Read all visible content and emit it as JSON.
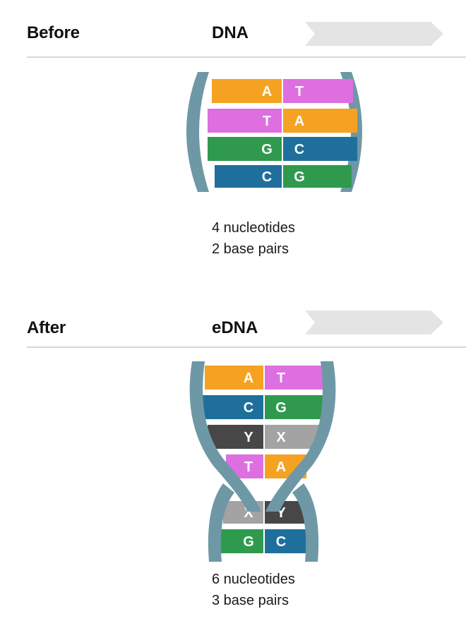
{
  "colors": {
    "backbone": "#6e98a6",
    "orange": "#f5a223",
    "magenta": "#dd6fe0",
    "green": "#2f9a4e",
    "blue": "#1f6f9d",
    "dark": "#474747",
    "gray": "#a3a3a3",
    "arrow": "#e4e4e4"
  },
  "before": {
    "label": "Before",
    "title": "DNA",
    "pairs": [
      {
        "left": "A",
        "right": "T",
        "left_color": "orange",
        "right_color": "magenta"
      },
      {
        "left": "T",
        "right": "A",
        "left_color": "magenta",
        "right_color": "orange"
      },
      {
        "left": "G",
        "right": "C",
        "left_color": "green",
        "right_color": "blue"
      },
      {
        "left": "C",
        "right": "G",
        "left_color": "blue",
        "right_color": "green"
      }
    ],
    "stat_nucleotides": "4 nucleotides",
    "stat_pairs": "2 base pairs"
  },
  "after": {
    "label": "After",
    "title": "eDNA",
    "pairs": [
      {
        "left": "A",
        "right": "T",
        "left_color": "orange",
        "right_color": "magenta"
      },
      {
        "left": "C",
        "right": "G",
        "left_color": "blue",
        "right_color": "green"
      },
      {
        "left": "Y",
        "right": "X",
        "left_color": "dark",
        "right_color": "gray"
      },
      {
        "left": "T",
        "right": "A",
        "left_color": "magenta",
        "right_color": "orange"
      },
      {
        "left": "X",
        "right": "Y",
        "left_color": "gray",
        "right_color": "dark"
      },
      {
        "left": "G",
        "right": "C",
        "left_color": "green",
        "right_color": "blue"
      }
    ],
    "stat_nucleotides": "6 nucleotides",
    "stat_pairs": "3 base pairs"
  }
}
